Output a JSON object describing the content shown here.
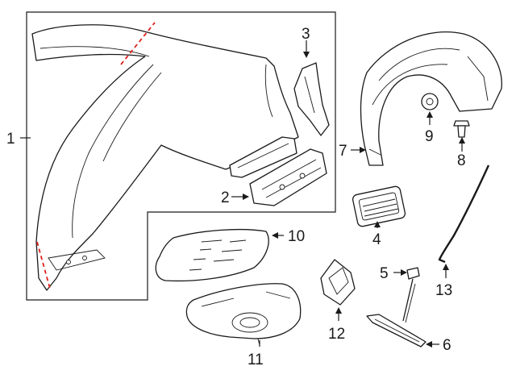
{
  "diagram": {
    "callouts": [
      {
        "id": "c1",
        "label": "1"
      },
      {
        "id": "c2",
        "label": "2"
      },
      {
        "id": "c3",
        "label": "3"
      },
      {
        "id": "c4",
        "label": "4"
      },
      {
        "id": "c5",
        "label": "5"
      },
      {
        "id": "c6",
        "label": "6"
      },
      {
        "id": "c7",
        "label": "7"
      },
      {
        "id": "c8",
        "label": "8"
      },
      {
        "id": "c9",
        "label": "9"
      },
      {
        "id": "c10",
        "label": "10"
      },
      {
        "id": "c11",
        "label": "11"
      },
      {
        "id": "c12",
        "label": "12"
      },
      {
        "id": "c13",
        "label": "13"
      }
    ],
    "colors": {
      "line": "#1a1a1a",
      "cut_line": "#e0201b",
      "background": "#ffffff"
    }
  }
}
